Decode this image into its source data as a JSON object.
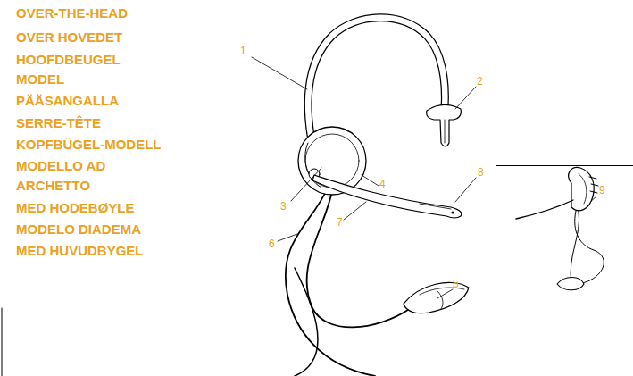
{
  "diagram": {
    "nodes": [
      {
        "text": [
          "9"
        ]
      }
    ],
    "labels": [
      "OVER-THE-HEAD",
      "OVER HOVEDET",
      "HOOFDBEUGEL MODEL",
      "PÄÄSANGALLA",
      "SERRE-TÊTE",
      "KOPFBÜGEL-MODELL",
      "MODELLO AD ARCHETTO",
      "MED HODEBØYLE",
      "MODELO DIADEMA",
      "MED HUVUDBYGEL",
      "1",
      "2",
      "3",
      "4",
      "5",
      "6",
      "7",
      "8"
    ]
  }
}
